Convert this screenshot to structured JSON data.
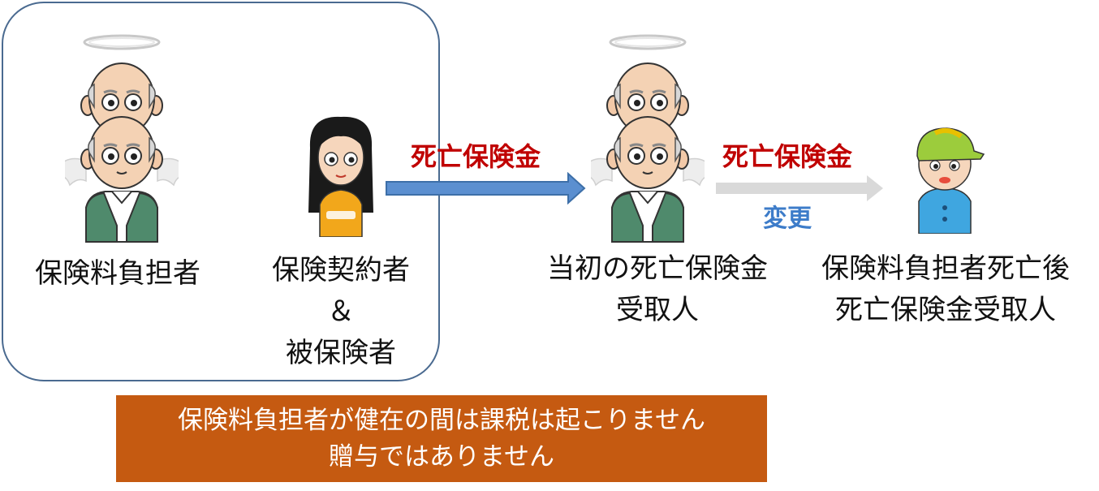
{
  "box_label_payer": "保険料負担者",
  "box_label_contractor": {
    "line1": "保険契約者",
    "line2": "＆",
    "line3": "被保険者"
  },
  "arrow1_label": "死亡保険金",
  "original_beneficiary": {
    "line1": "当初の死亡保険金",
    "line2": "受取人"
  },
  "arrow2_label": "死亡保険金",
  "change_label": "変更",
  "new_beneficiary": {
    "line1": "保険料負担者死亡後",
    "line2": "死亡保険金受取人"
  },
  "banner": {
    "line1": "保険料負担者が健在の間は課税は起こりません",
    "line2": "贈与ではありません"
  },
  "icons": [
    "grandpa-angel-icon",
    "grandpa-icon",
    "woman-icon",
    "child-icon"
  ],
  "colors": {
    "red_text": "#c00000",
    "blue_text": "#3d7cc9",
    "banner_bg": "#c55a11",
    "arrow_blue": "#5b8fd0",
    "arrow_gray": "#d9d9d9",
    "box_border": "#4a6a90"
  }
}
